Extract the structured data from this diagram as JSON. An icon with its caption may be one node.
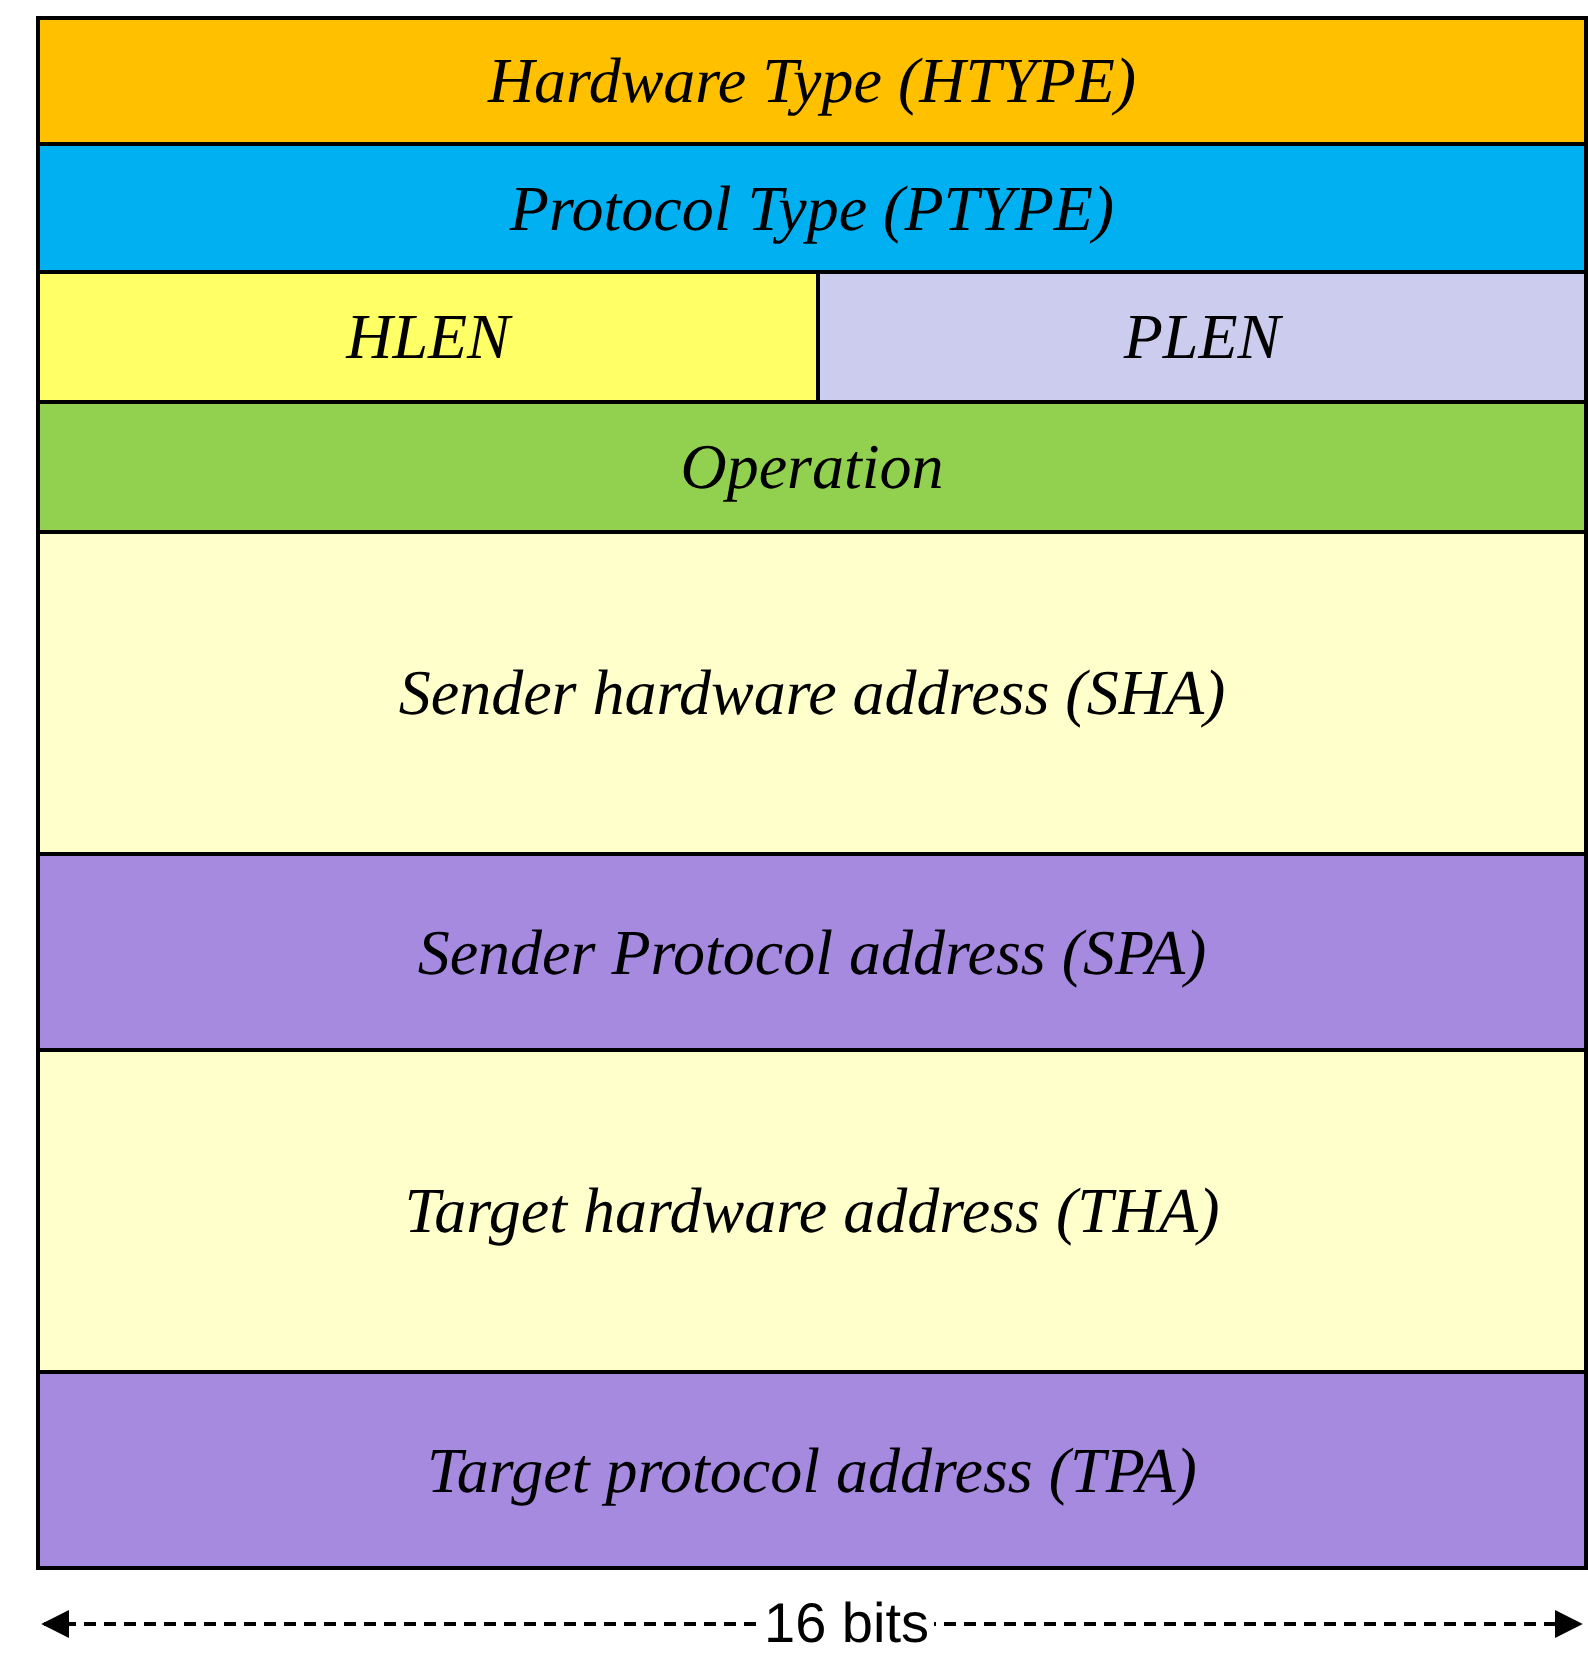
{
  "diagram": {
    "nodes": [
      {
        "text": [
          "Hardware Type (HTYPE)"
        ]
      },
      {
        "text": [
          "Protocol Type (PTYPE)"
        ]
      },
      {
        "text": [
          "HLEN"
        ]
      },
      {
        "text": [
          "PLEN"
        ]
      },
      {
        "text": [
          "Operation"
        ]
      },
      {
        "text": [
          "Sender hardware address (SHA)"
        ]
      },
      {
        "text": [
          "Sender Protocol address (SPA)"
        ]
      },
      {
        "text": [
          "Target hardware address (THA)"
        ]
      },
      {
        "text": [
          "Target protocol address (TPA)"
        ]
      }
    ],
    "labels": [
      "16 bits"
    ]
  }
}
